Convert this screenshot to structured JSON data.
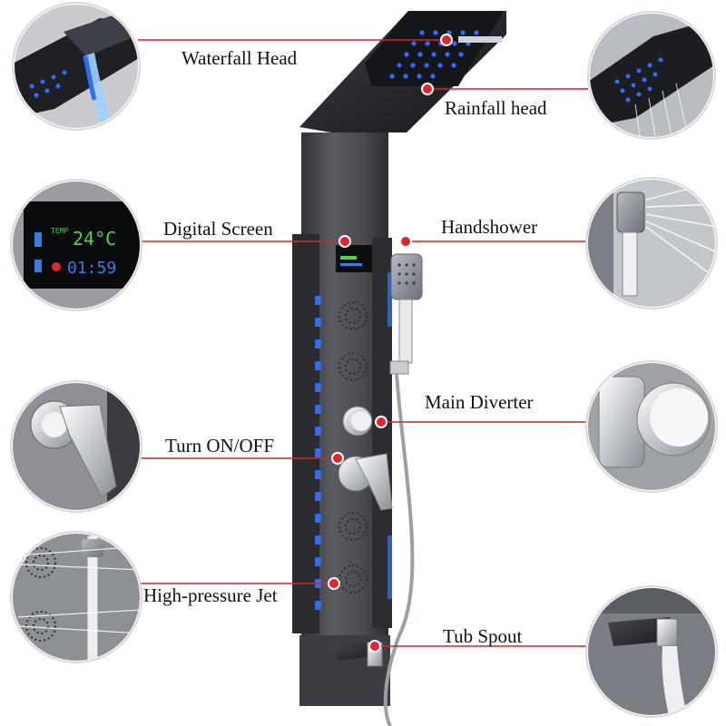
{
  "colors": {
    "background": "#ffffff",
    "callout_line": "#d4262c",
    "marker_dot": "#e0262c",
    "panel_body": "#4a4c52",
    "panel_dark": "#1f2024",
    "led_blue": "#2f6bff",
    "lcd_green": "#49d64a",
    "chrome": "#d9dde2"
  },
  "labels": {
    "waterfall_head": "Waterfall Head",
    "rainfall_head": "Rainfall head",
    "digital_screen": "Digital Screen",
    "handshower": "Handshower",
    "main_diverter": "Main Diverter",
    "turn_on_off": "Turn ON/OFF",
    "high_pressure_jet": "High-pressure Jet",
    "tub_spout": "Tub Spout"
  },
  "screen": {
    "temp_label": "TEMP",
    "temperature": "24°C",
    "time": "01:59"
  },
  "detail_thumbnails": [
    "waterfall-head-closeup",
    "rainfall-head-closeup",
    "digital-screen-closeup",
    "handshower-closeup",
    "turn-on-off-lever-closeup",
    "main-diverter-knob-closeup",
    "high-pressure-jet-closeup",
    "tub-spout-closeup"
  ]
}
